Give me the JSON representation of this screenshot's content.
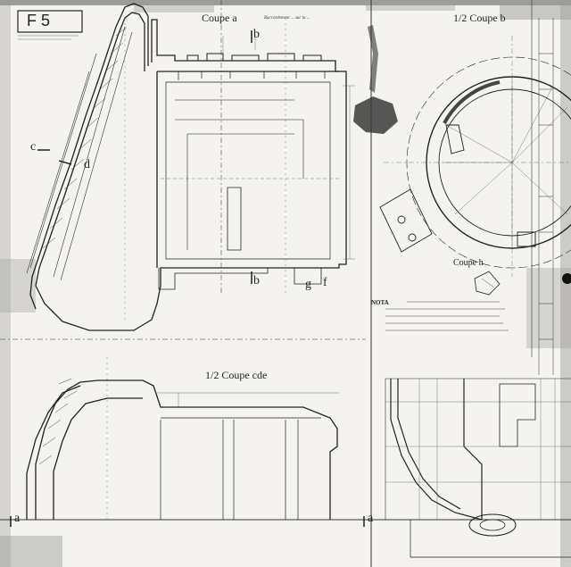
{
  "sheet": {
    "sheet_number": "F 5",
    "sections": {
      "coupe_a": "Coupe a",
      "coupe_a_sub": "Raccordement ... sur la ...",
      "half_coupe_b": "1/2 Coupe b",
      "coupe_h": "Coupe h",
      "half_coupe_cde": "1/2 Coupe cde"
    },
    "cut_markers": {
      "b_top": "b",
      "b_bottom": "b",
      "c": "c",
      "d": "d",
      "f": "f",
      "g": "g",
      "a_left": "a",
      "a_right": "a"
    },
    "nota": {
      "title": "NOTA"
    }
  }
}
